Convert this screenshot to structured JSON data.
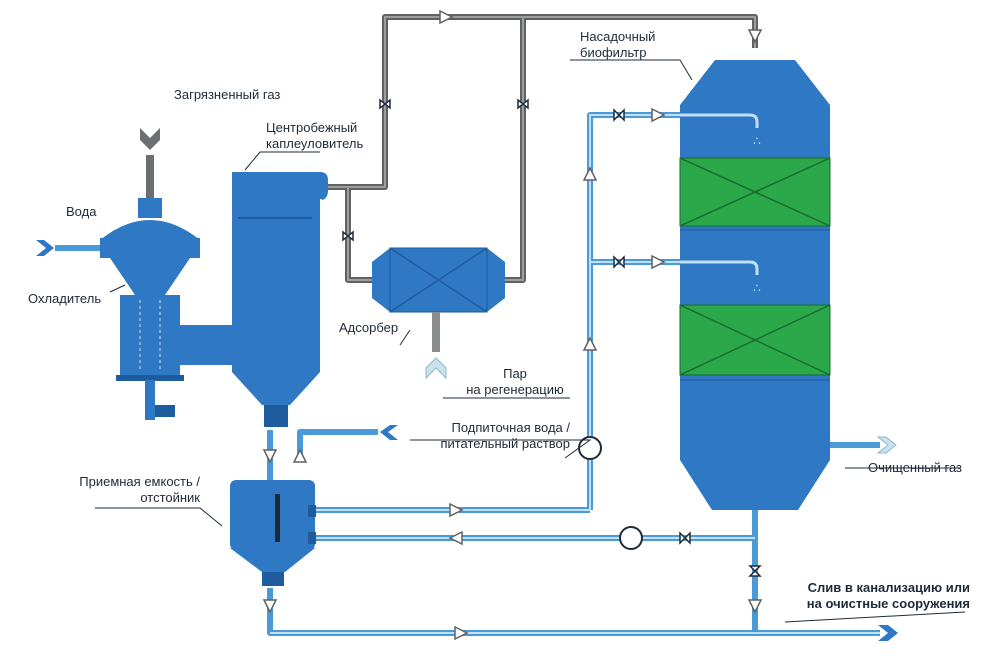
{
  "labels": {
    "polluted_gas": "Загрязненный газ",
    "water": "Вода",
    "cooler": "Охладитель",
    "separator_line1": "Центробежный",
    "separator_line2": "каплеуловитель",
    "adsorber": "Адсорбер",
    "steam_line1": "Пар",
    "steam_line2": "на регенерацию",
    "biofilter_line1": "Насадочный",
    "biofilter_line2": "биофильтр",
    "makeup_line1": "Подпиточная вода /",
    "makeup_line2": "питательный раствор",
    "tank_line1": "Приемная емкость /",
    "tank_line2": "отстойник",
    "clean_gas": "Очищенный газ",
    "drain_line1": "Слив в канализацию или",
    "drain_line2": "на очистные сооружения"
  },
  "colors": {
    "vessel_blue": "#2f78c4",
    "vessel_dark": "#1f5c9e",
    "packing_green": "#2aa84a",
    "pipe_blue": "#4a9ad8",
    "gas_pipe": "#6d6e70",
    "arrow_fill": "#ffffff",
    "text": "#1e2a38"
  }
}
